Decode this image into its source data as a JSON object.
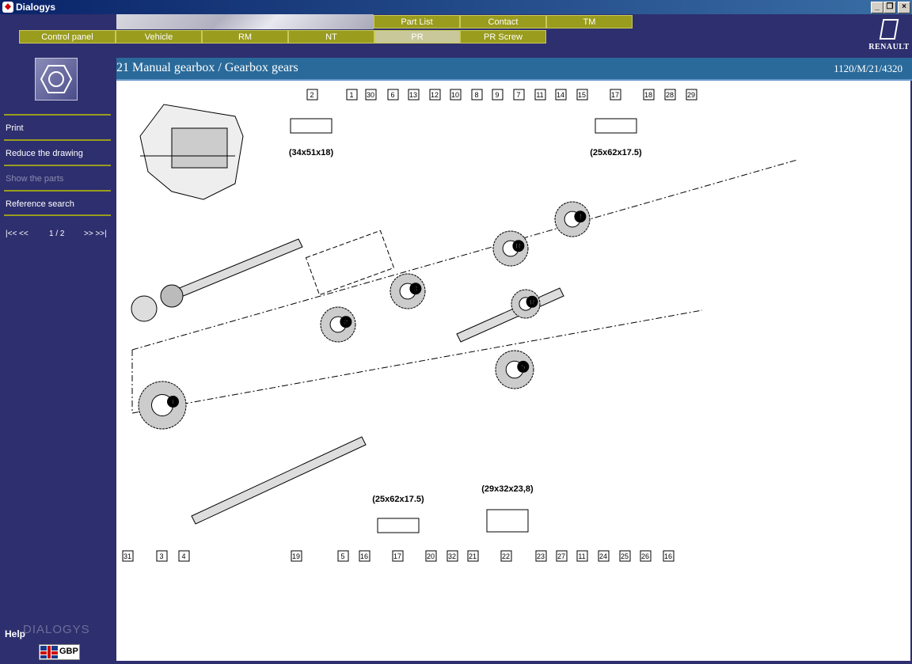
{
  "window": {
    "title": "Dialogys",
    "app_icon": "dialogys-app-icon"
  },
  "tabs_top": [
    {
      "label": "Part List"
    },
    {
      "label": "Contact"
    },
    {
      "label": "TM"
    }
  ],
  "tabs_main": [
    {
      "label": "Control panel"
    },
    {
      "label": "Vehicle"
    },
    {
      "label": "RM"
    },
    {
      "label": "NT"
    },
    {
      "label": "PR",
      "active": true
    },
    {
      "label": "PR Screw"
    }
  ],
  "brand": {
    "name": "RENAULT"
  },
  "sidebar": {
    "links": [
      {
        "label": "Print"
      },
      {
        "label": "Reduce the drawing"
      },
      {
        "label": "Show the parts",
        "disabled": true
      },
      {
        "label": "Reference search"
      }
    ],
    "pager": {
      "first": "|<< <<",
      "page": "1 / 2",
      "next": ">> >>|"
    },
    "help": "Help",
    "product": "DIALOGYS",
    "currency": "GBP"
  },
  "section": {
    "title": "21 Manual gearbox / Gearbox gears",
    "ref": "1120/M/21/4320"
  },
  "drawing": {
    "top_labels": [
      "2",
      "1",
      "30",
      "6",
      "13",
      "12",
      "10",
      "8",
      "9",
      "7",
      "11",
      "14",
      "15",
      "17",
      "18",
      "28",
      "29"
    ],
    "bottom_labels": [
      "31",
      "3",
      "4",
      "19",
      "5",
      "16",
      "17",
      "20",
      "32",
      "21",
      "22",
      "23",
      "27",
      "11",
      "24",
      "25",
      "26",
      "16"
    ],
    "dimensions": [
      "(34x51x18)",
      "(25x62x17.5)",
      "(25x62x17.5)",
      "(29x32x23,8)"
    ],
    "gear_marks": [
      "1",
      "2",
      "3",
      "4",
      "5",
      "R",
      "R"
    ]
  },
  "colors": {
    "nav": "#9a9c1e",
    "sidebar": "#2e2f6e",
    "section": "#2a6a9a"
  }
}
